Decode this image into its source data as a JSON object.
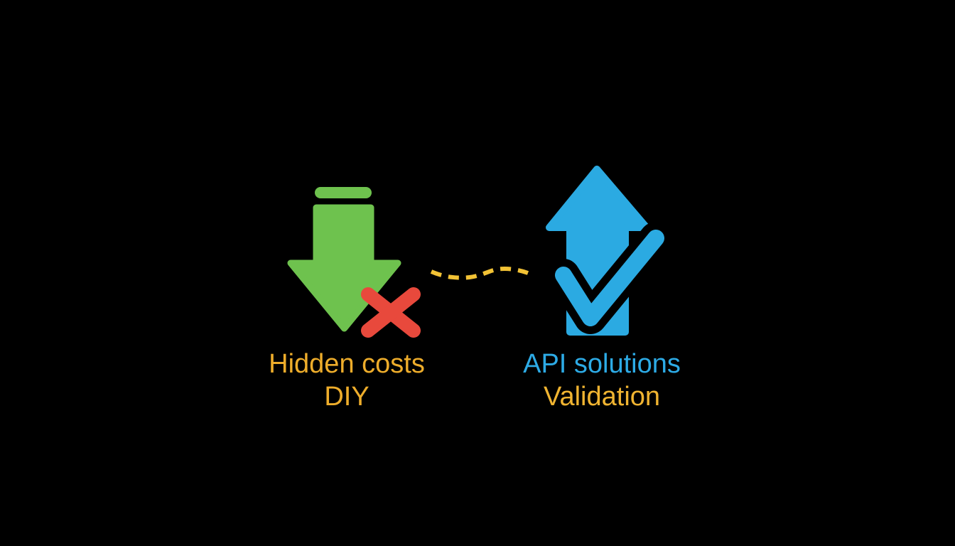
{
  "slide": {
    "background_color": "#000000"
  },
  "left_item": {
    "icon": "down-arrow-with-cross-icon",
    "arrow_color": "#6EC24E",
    "cross_color": "#E8493C",
    "label_line1": "Hidden costs",
    "label_line2": "DIY",
    "label_color": "#EEAD2B"
  },
  "connector": {
    "style": "dashed-wavy",
    "color": "#F2C235"
  },
  "right_item": {
    "icon": "up-arrow-with-check-icon",
    "arrow_color": "#2BAAE2",
    "check_color": "#2BAAE2",
    "outline_color": "#000000",
    "label_line1": "API solutions",
    "label_line2": "Validation",
    "label_line1_color": "#2DABE6",
    "label_line2_color": "#F0B431"
  }
}
